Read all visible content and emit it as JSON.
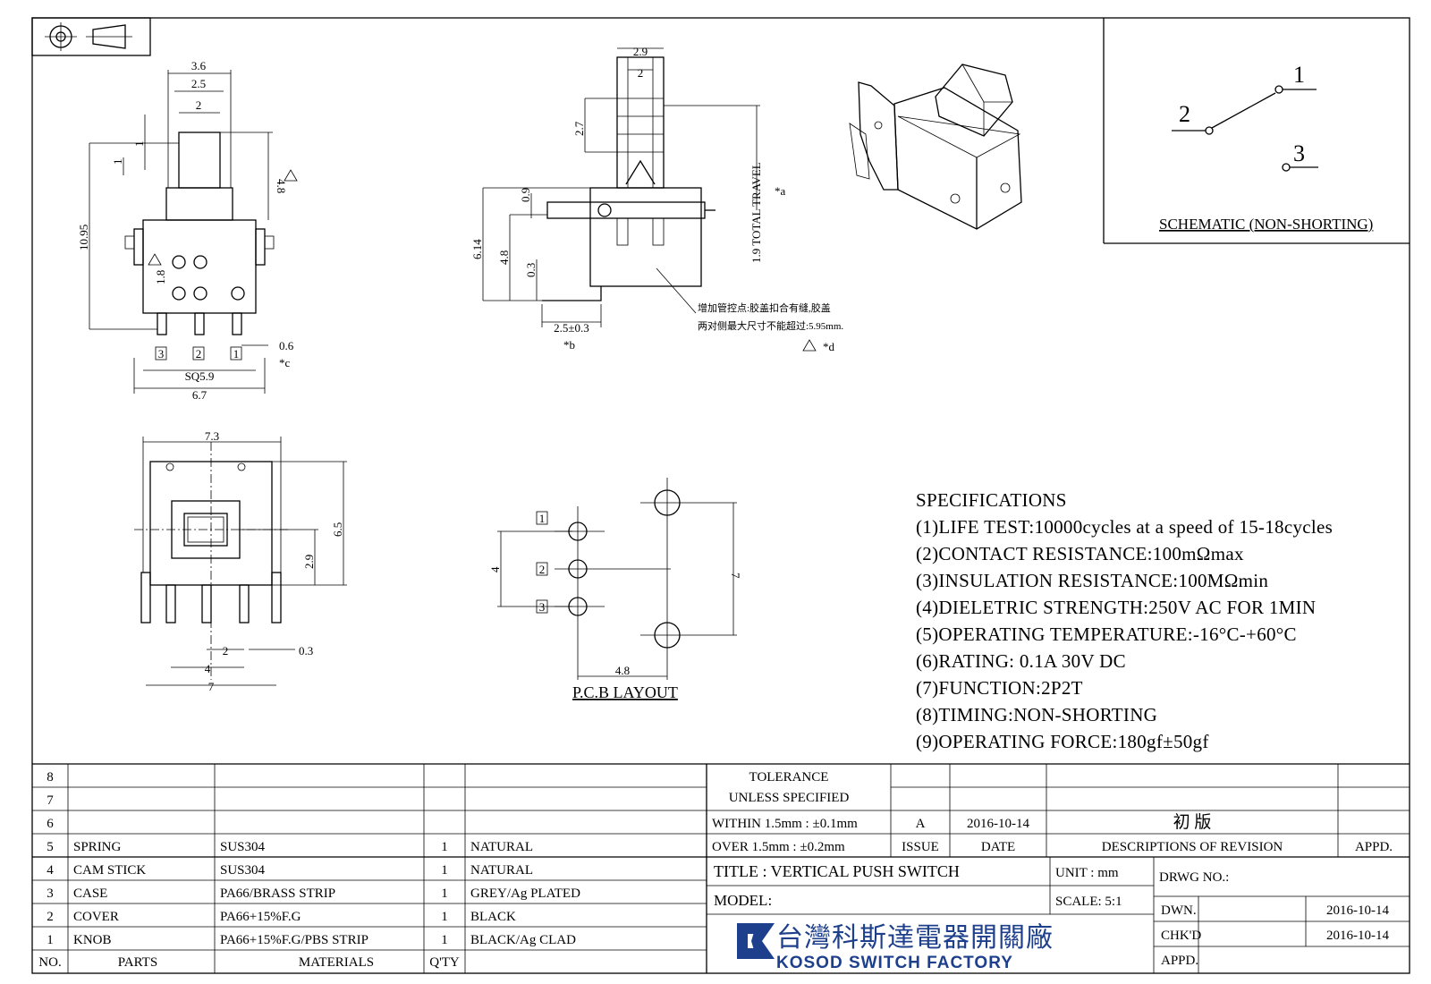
{
  "symbols": {
    "projection_icon": "first-angle-projection-icon"
  },
  "top_view": {
    "dims": [
      "3.6",
      "2.5",
      "2",
      "1",
      "1",
      "4.8",
      "10.95",
      "1.8",
      "0.6",
      "SQ5.9",
      "6.7"
    ],
    "pins": [
      "3",
      "2",
      "1"
    ],
    "note_c": "*c"
  },
  "side_view": {
    "dims": [
      "2.9",
      "2",
      "2.7",
      "0.9",
      "6.14",
      "4.8",
      "0.3",
      "2.5±0.3",
      "1.9 TOTAL TRAVEL"
    ],
    "note_a": "*a",
    "note_b": "*b",
    "note_d": "*d",
    "annotation_line1": "增加管控点:胶盖扣合有缝,胶盖",
    "annotation_line2": "两对侧最大尺寸不能超过:5.95mm."
  },
  "schematic": {
    "label": "SCHEMATIC (NON-SHORTING)",
    "terminals": [
      "1",
      "2",
      "3"
    ]
  },
  "front_view": {
    "dims": [
      "7.3",
      "6.5",
      "2.9",
      "2",
      "4",
      "0.3",
      "7"
    ]
  },
  "pcb": {
    "label": "P.C.B LAYOUT",
    "dims": [
      "4",
      "7",
      "4.8"
    ],
    "pins": [
      "1",
      "2",
      "3"
    ]
  },
  "specifications": {
    "title": "SPECIFICATIONS",
    "items": [
      "(1)LIFE TEST:10000cycles at a speed of 15-18cycles",
      "(2)CONTACT RESISTANCE:100mΩmax",
      "(3)INSULATION RESISTANCE:100MΩmin",
      "(4)DIELETRIC STRENGTH:250V AC FOR 1MIN",
      "(5)OPERATING TEMPERATURE:-16°C-+60°C",
      "(6)RATING: 0.1A 30V DC",
      "(7)FUNCTION:2P2T",
      "(8)TIMING:NON-SHORTING",
      "(9)OPERATING FORCE:180gf±50gf"
    ]
  },
  "parts_table": {
    "headers": [
      "NO.",
      "PARTS",
      "MATERIALS",
      "Q'TY"
    ],
    "rows": [
      {
        "no": "8",
        "part": "",
        "material": "",
        "qty": "",
        "finish": ""
      },
      {
        "no": "7",
        "part": "",
        "material": "",
        "qty": "",
        "finish": ""
      },
      {
        "no": "6",
        "part": "",
        "material": "",
        "qty": "",
        "finish": ""
      },
      {
        "no": "5",
        "part": "SPRING",
        "material": "SUS304",
        "qty": "1",
        "finish": "NATURAL"
      },
      {
        "no": "4",
        "part": "CAM STICK",
        "material": "SUS304",
        "qty": "1",
        "finish": "NATURAL"
      },
      {
        "no": "3",
        "part": "CASE",
        "material": "PA66/BRASS STRIP",
        "qty": "1",
        "finish": "GREY/Ag PLATED"
      },
      {
        "no": "2",
        "part": "COVER",
        "material": "PA66+15%F.G",
        "qty": "1",
        "finish": "BLACK"
      },
      {
        "no": "1",
        "part": "KNOB",
        "material": "PA66+15%F.G/PBS STRIP",
        "qty": "1",
        "finish": "BLACK/Ag CLAD"
      }
    ]
  },
  "title_block": {
    "tolerance_line1": "TOLERANCE",
    "tolerance_line2": "UNLESS  SPECIFIED",
    "within": "WITHIN 1.5mm : ±0.1mm",
    "over": "OVER 1.5mm : ±0.2mm",
    "issue_value": "A",
    "date_value": "2016-10-14",
    "revision_desc": "初   版",
    "issue_label": "ISSUE",
    "date_label": "DATE",
    "desc_label": "DESCRIPTIONS OF REVISION",
    "appd_label": "APPD.",
    "title": "TITLE :  VERTICAL PUSH SWITCH",
    "unit": "UNIT :  mm",
    "model": "MODEL:",
    "scale": "SCALE:  5:1",
    "drwg_no": "DRWG NO.:",
    "dwn_label": "DWN.",
    "dwn_date": "2016-10-14",
    "chkd_label": "CHK'D",
    "chkd_date": "2016-10-14",
    "appd2_label": "APPD.",
    "company_cn": "台灣科斯達電器開關廠",
    "company_en": "KOSOD SWITCH FACTORY"
  }
}
